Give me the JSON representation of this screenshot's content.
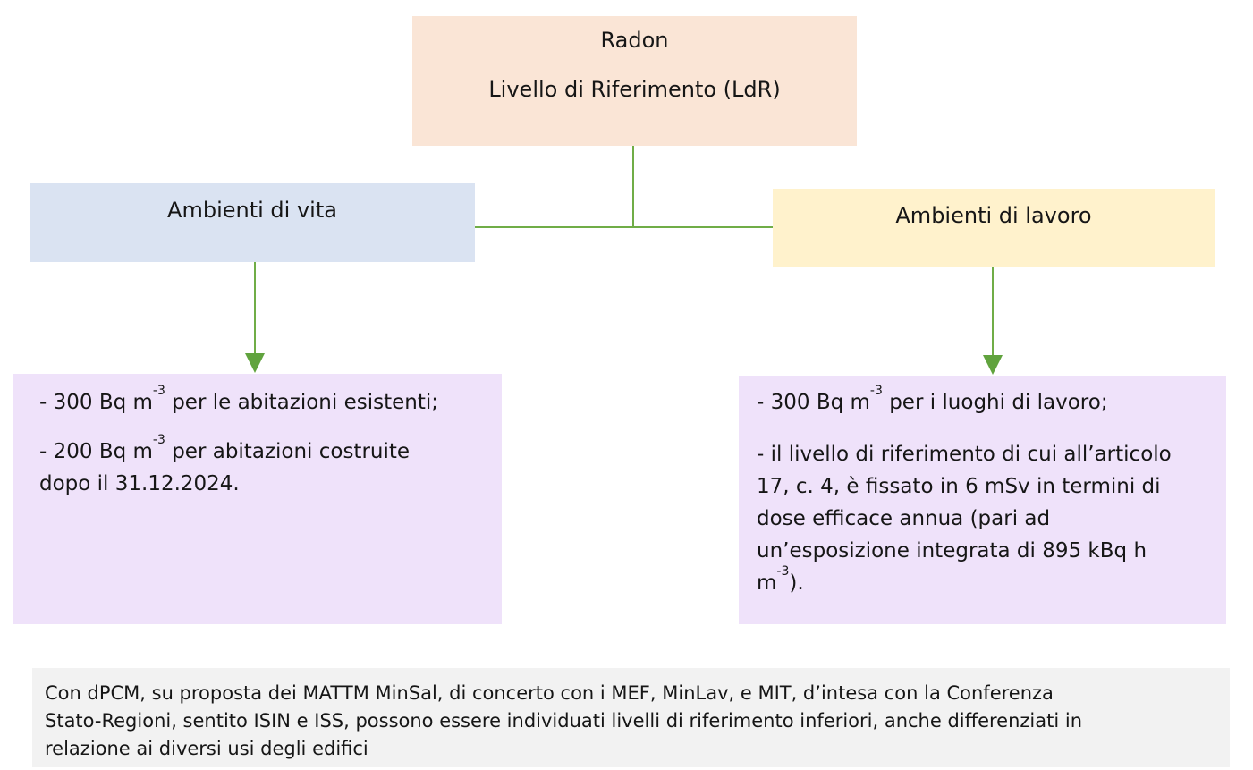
{
  "colors": {
    "peach": "#fae5d6",
    "blue": "#dae3f2",
    "yellow": "#fff2cc",
    "purple": "#efe2fa",
    "gray": "#f2f2f2",
    "green_line": "#70ad47",
    "green_arrow": "#61a33e",
    "text": "#161616"
  },
  "root_box": {
    "line1": "Radon",
    "line2": "Livello di Riferimento (LdR)"
  },
  "branches": {
    "life_label": "Ambienti di vita",
    "work_label": "Ambienti di lavoro"
  },
  "life_details": {
    "p1": {
      "s1": "- 300 Bq m",
      "sup": "-3",
      "s2": " per le abitazioni esistenti;"
    },
    "p2": {
      "s1": "- 200 Bq m",
      "sup": "-3",
      "s2": " per abitazioni costruite",
      "l2": "dopo il 31.12.2024."
    }
  },
  "work_details": {
    "p1": {
      "s1": "- 300 Bq m",
      "sup": "-3",
      "s2": " per i luoghi di lavoro;"
    },
    "p2": {
      "l1": "- il livello di riferimento di cui all’articolo",
      "l2": "17, c. 4, è fissato in 6 mSv in termini di",
      "l3": "dose efficace annua (pari ad",
      "l4": "un’esposizione integrata di 895 kBq h",
      "l5s1": "m",
      "l5sup": "-3",
      "l5s2": ")."
    }
  },
  "footer": {
    "l1": "Con dPCM, su proposta dei MATTM MinSal, di concerto con i MEF, MinLav, e MIT, d’intesa con la Conferenza",
    "l2": "Stato-Regioni, sentito ISIN e ISS, possono essere individuati livelli di riferimento inferiori, anche differenziati in",
    "l3": "relazione ai diversi usi degli edifici"
  }
}
